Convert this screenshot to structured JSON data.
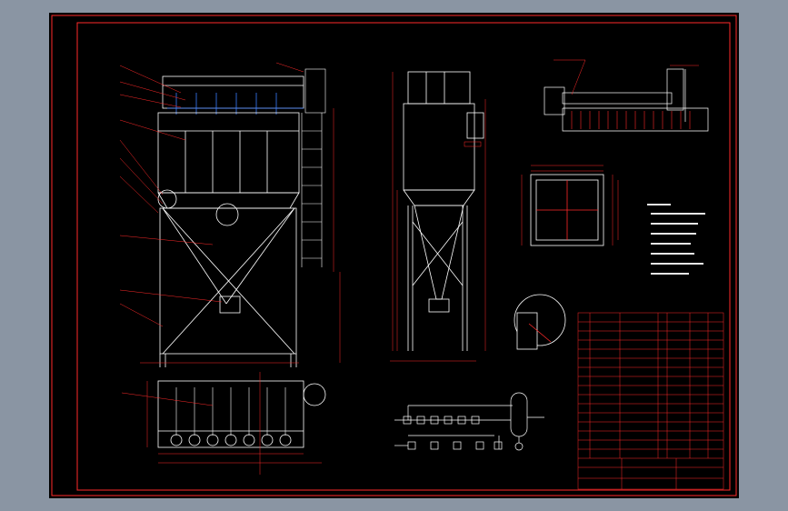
{
  "drawing": {
    "title_block_text": "",
    "colors": {
      "background": "#8a95a3",
      "sheet": "#000000",
      "frame": "#ff2a2a",
      "outline": "#ffffff",
      "dimension": "#ff2a2a",
      "hatch": "#3a7dff",
      "annotation": "#e6e6e6"
    },
    "icons": [
      "dust-collector-front-view",
      "dust-collector-side-view",
      "pipe-schematic",
      "title-block"
    ]
  }
}
